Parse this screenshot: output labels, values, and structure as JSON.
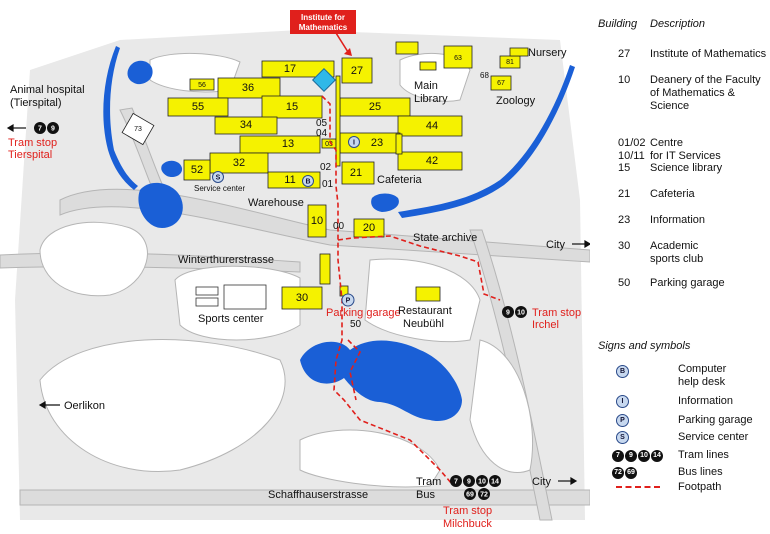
{
  "colors": {
    "building": "#f5f200",
    "water": "#1a5fd6",
    "footpath": "#e0201c",
    "road": "#d9d9d9",
    "highlight": "#2fb8e8"
  },
  "callout": {
    "line1": "Institute for",
    "line2": "Mathematics"
  },
  "buildings": [
    {
      "id": "b17",
      "label": "17"
    },
    {
      "id": "b27",
      "label": "27"
    },
    {
      "id": "b56",
      "label": "56"
    },
    {
      "id": "b36",
      "label": "36"
    },
    {
      "id": "b55",
      "label": "55"
    },
    {
      "id": "b15",
      "label": "15"
    },
    {
      "id": "b25",
      "label": "25"
    },
    {
      "id": "b34",
      "label": "34"
    },
    {
      "id": "b44",
      "label": "44"
    },
    {
      "id": "b13",
      "label": "13"
    },
    {
      "id": "b23",
      "label": "23"
    },
    {
      "id": "b42",
      "label": "42"
    },
    {
      "id": "b32",
      "label": "32"
    },
    {
      "id": "b52",
      "label": "52"
    },
    {
      "id": "b11",
      "label": "11"
    },
    {
      "id": "b21",
      "label": "21"
    },
    {
      "id": "b10",
      "label": "10"
    },
    {
      "id": "b20",
      "label": "20"
    },
    {
      "id": "b30",
      "label": "30"
    },
    {
      "id": "b63",
      "label": "63"
    },
    {
      "id": "b67",
      "label": "67"
    },
    {
      "id": "b81",
      "label": "81"
    },
    {
      "id": "b73",
      "label": "73"
    },
    {
      "id": "b03",
      "label": "03"
    }
  ],
  "floor_labels": {
    "f05": "05",
    "f04": "04",
    "f02": "02",
    "f01": "01",
    "f00": "00",
    "f50": "50",
    "f68": "68"
  },
  "places": {
    "animal_hospital": "Animal hospital",
    "tierspital": "(Tierspital)",
    "tram_tierspital_1": "Tram stop",
    "tram_tierspital_2": "Tierspital",
    "main_library_1": "Main",
    "main_library_2": "Library",
    "nursery": "Nursery",
    "zoology": "Zoology",
    "cafeteria": "Cafeteria",
    "service_center": "Service center",
    "warehouse": "Warehouse",
    "state_archive": "State archive",
    "city_east": "City",
    "city_south": "City",
    "winterthurerstrasse": "Winterthurerstrasse",
    "sports_center": "Sports center",
    "parking_garage": "Parking garage",
    "restaurant_1": "Restaurant",
    "restaurant_2": "Neubühl",
    "tram_irchel_1": "Tram stop",
    "tram_irchel_2": "Irchel",
    "oerlikon": "Oerlikon",
    "schaffhauserstrasse": "Schaffhauserstrasse",
    "tram": "Tram",
    "bus": "Bus",
    "tram_milchbuck_1": "Tram stop",
    "tram_milchbuck_2": "Milchbuck"
  },
  "stop_badges": {
    "tierspital": [
      "7",
      "9"
    ],
    "irchel": [
      "9",
      "10"
    ],
    "milchbuck_tram": [
      "7",
      "9",
      "10",
      "14"
    ],
    "milchbuck_bus": [
      "69",
      "72"
    ]
  },
  "map_symbols": {
    "computer": "B",
    "info": "I",
    "parking": "P",
    "service": "S"
  },
  "legend": {
    "header_building": "Building",
    "header_description": "Description",
    "rows": [
      {
        "num": "27",
        "desc": "Institute of Mathematics"
      },
      {
        "num": "10",
        "desc": "Deanery of the Faculty of Mathematics & Science"
      },
      {
        "num": "01/02\n10/11",
        "desc": "Centre\nfor IT Services"
      },
      {
        "num": "15",
        "desc": "Science library"
      },
      {
        "num": "21",
        "desc": "Cafeteria"
      },
      {
        "num": "23",
        "desc": "Information"
      },
      {
        "num": "30",
        "desc": "Academic sports club"
      },
      {
        "num": "50",
        "desc": "Parking garage"
      }
    ],
    "signs_title": "Signs and symbols",
    "signs": [
      {
        "sym": "B",
        "desc": "Computer\nhelp desk"
      },
      {
        "sym": "I",
        "desc": "Information"
      },
      {
        "sym": "P",
        "desc": "Parking garage"
      },
      {
        "sym": "S",
        "desc": "Service center"
      },
      {
        "sym": "tram",
        "desc": "Tram lines"
      },
      {
        "sym": "bus",
        "desc": "Bus lines"
      },
      {
        "sym": "path",
        "desc": "Footpath"
      }
    ],
    "tram_lines": [
      "7",
      "9",
      "10",
      "14"
    ],
    "bus_lines": [
      "72",
      "69"
    ]
  }
}
